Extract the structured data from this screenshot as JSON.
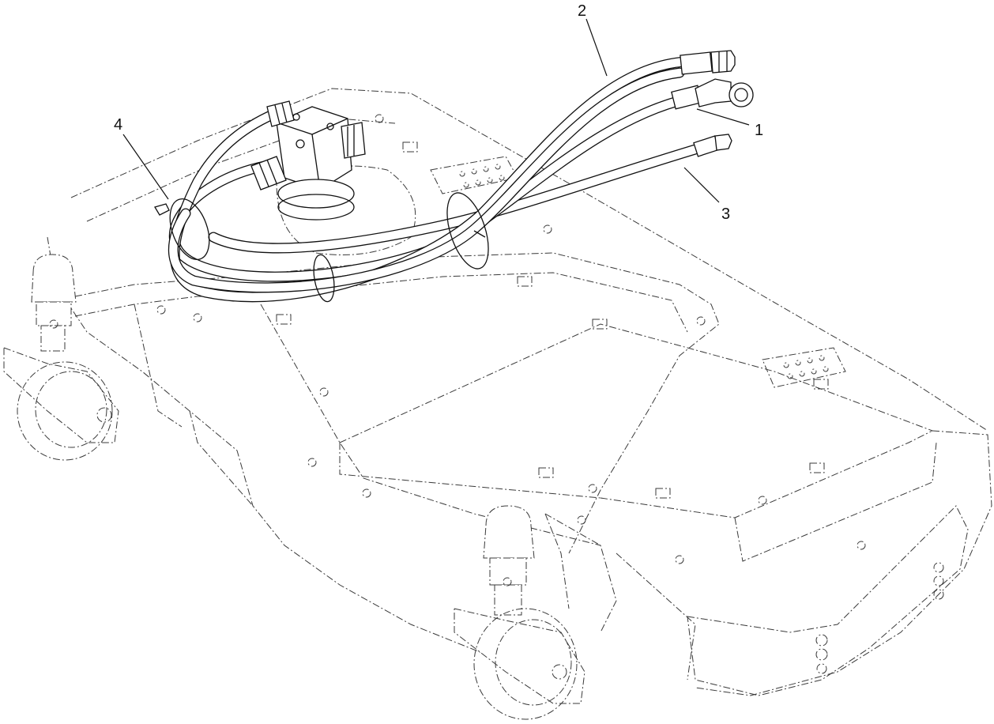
{
  "callouts": [
    {
      "id": "1",
      "label": "1"
    },
    {
      "id": "2",
      "label": "2"
    },
    {
      "id": "3",
      "label": "3"
    },
    {
      "id": "4",
      "label": "4"
    }
  ],
  "colors": {
    "line": "#111111",
    "phantom": "#3a3a3a",
    "background": "#ffffff"
  }
}
